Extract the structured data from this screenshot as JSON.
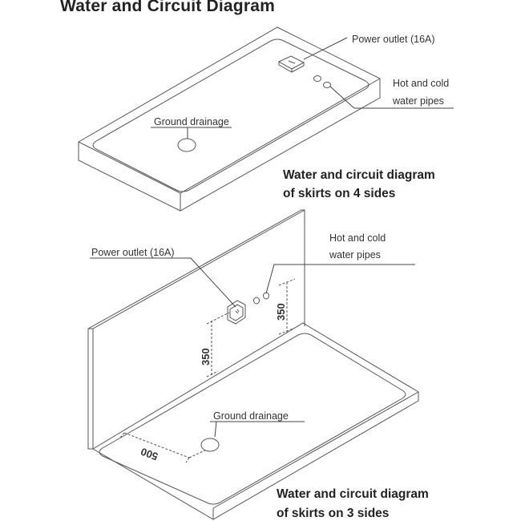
{
  "title": "Water and Circuit Diagram",
  "top_diagram": {
    "power_outlet": "Power outlet (16A)",
    "pipes_line1": "Hot and cold",
    "pipes_line2": "water pipes",
    "drain": "Ground drainage",
    "caption_line1": "Water and circuit diagram",
    "caption_line2": "of skirts on 4 sides"
  },
  "bottom_diagram": {
    "power_outlet": "Power outlet (16A)",
    "pipes_line1": "Hot and cold",
    "pipes_line2": "water pipes",
    "drain": "Ground drainage",
    "dim_outlet_height": "350",
    "dim_pipe_height": "350",
    "dim_drain_offset": "500",
    "caption_line1": "Water and circuit diagram",
    "caption_line2": "of skirts on 3 sides"
  }
}
